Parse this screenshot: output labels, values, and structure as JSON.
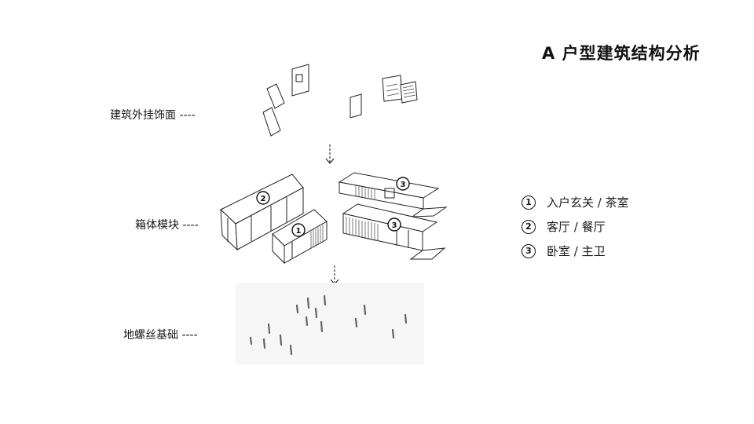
{
  "title": "A 户型建筑结构分析",
  "layers": {
    "cladding": "建筑外挂饰面 ----",
    "modules": "箱体模块 ----",
    "foundation": "地螺丝基础 ----"
  },
  "module_tags": [
    "2",
    "1",
    "3",
    "3"
  ],
  "legend": [
    {
      "num": "1",
      "label": "入户玄关 / 茶室"
    },
    {
      "num": "2",
      "label": "客厅 / 餐厅"
    },
    {
      "num": "3",
      "label": "卧室 / 主卫"
    }
  ],
  "colors": {
    "line": "#222222",
    "panel": "#ffffff",
    "hatch": "#555555",
    "ground": "#f4f4f4"
  }
}
